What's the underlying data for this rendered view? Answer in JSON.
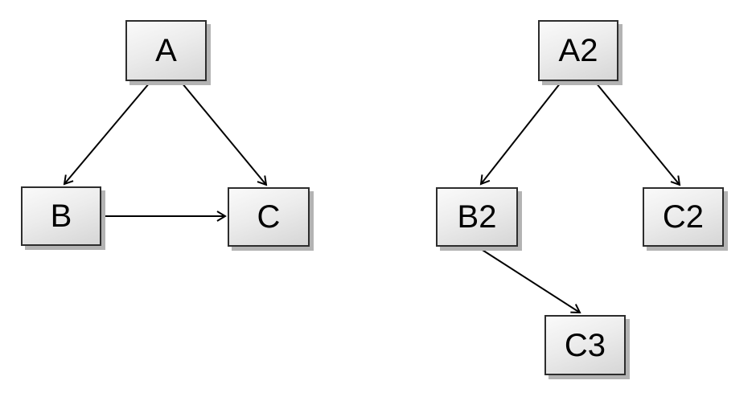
{
  "diagram": {
    "description": "Two directed graph diagrams side by side",
    "colors": {
      "background": "#ffffff",
      "node_fill_top": "#fafafa",
      "node_fill_bottom": "#d6d6d6",
      "node_border": "#2d2d2d",
      "node_shadow": "#b3b3b3",
      "edge_color": "#000000",
      "text_color": "#000000"
    },
    "left_graph": {
      "nodes": {
        "a": {
          "label": "A"
        },
        "b": {
          "label": "B"
        },
        "c": {
          "label": "C"
        }
      },
      "edges": [
        {
          "from": "A",
          "to": "B"
        },
        {
          "from": "A",
          "to": "C"
        },
        {
          "from": "B",
          "to": "C"
        }
      ]
    },
    "right_graph": {
      "nodes": {
        "a2": {
          "label": "A2"
        },
        "b2": {
          "label": "B2"
        },
        "c2": {
          "label": "C2"
        },
        "c3": {
          "label": "C3"
        }
      },
      "edges": [
        {
          "from": "A2",
          "to": "B2"
        },
        {
          "from": "A2",
          "to": "C2"
        },
        {
          "from": "B2",
          "to": "C3"
        }
      ]
    }
  }
}
